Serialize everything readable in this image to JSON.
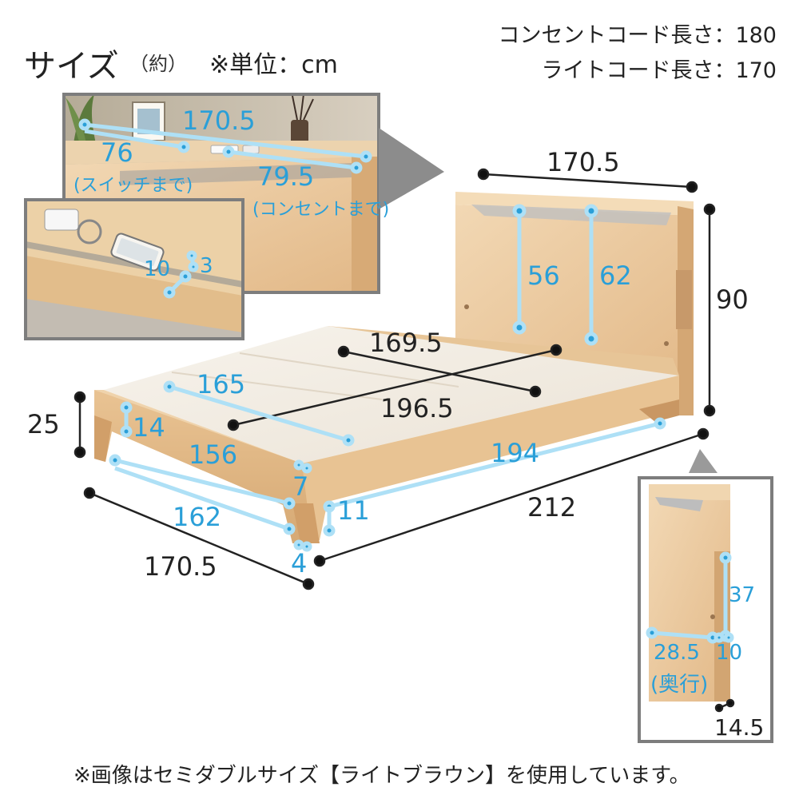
{
  "header": {
    "title": "サイズ",
    "title_sub": "（約）",
    "unit": "※単位：cm"
  },
  "specs": {
    "outlet_cord": "コンセントコード長さ：180",
    "light_cord": "ライトコード長さ：170"
  },
  "inset_top": {
    "width": "170.5",
    "switch_distance": "76",
    "switch_note": "(スイッチまで)",
    "outlet_distance": "79.5",
    "outlet_note": "(コンセントまで)"
  },
  "inset_phone": {
    "slot_length": "10",
    "slot_width": "3"
  },
  "headboard": {
    "width": "170.5",
    "height": "90",
    "inner_height_1": "56",
    "inner_height_2": "62"
  },
  "frame": {
    "diagonal_1": "169.5",
    "diagonal_2": "196.5",
    "inner_side_length": "165",
    "side_rail_height": "14",
    "inner_foot_width": "156",
    "frame_height": "25",
    "side_depth": "7",
    "side_length": "194",
    "leg_height": "11",
    "bottom_width": "162",
    "total_length": "212",
    "total_width": "170.5",
    "leg_offset": "4"
  },
  "inset_side": {
    "height": "37",
    "depth": "28.5",
    "depth_note": "(奥行)",
    "shelf": "10",
    "thickness": "14.5"
  },
  "footer": {
    "note": "※画像はセミダブルサイズ【ライトブラウン】を使用しています。"
  },
  "colors": {
    "dimension_blue": "#2a9fd8",
    "wood_light": "#efd3ac",
    "wood_mid": "#e3bc8a",
    "wood_dark": "#cc9f6b",
    "mattress_board": "#f4efe6",
    "frame_border": "#7d7d7d"
  }
}
